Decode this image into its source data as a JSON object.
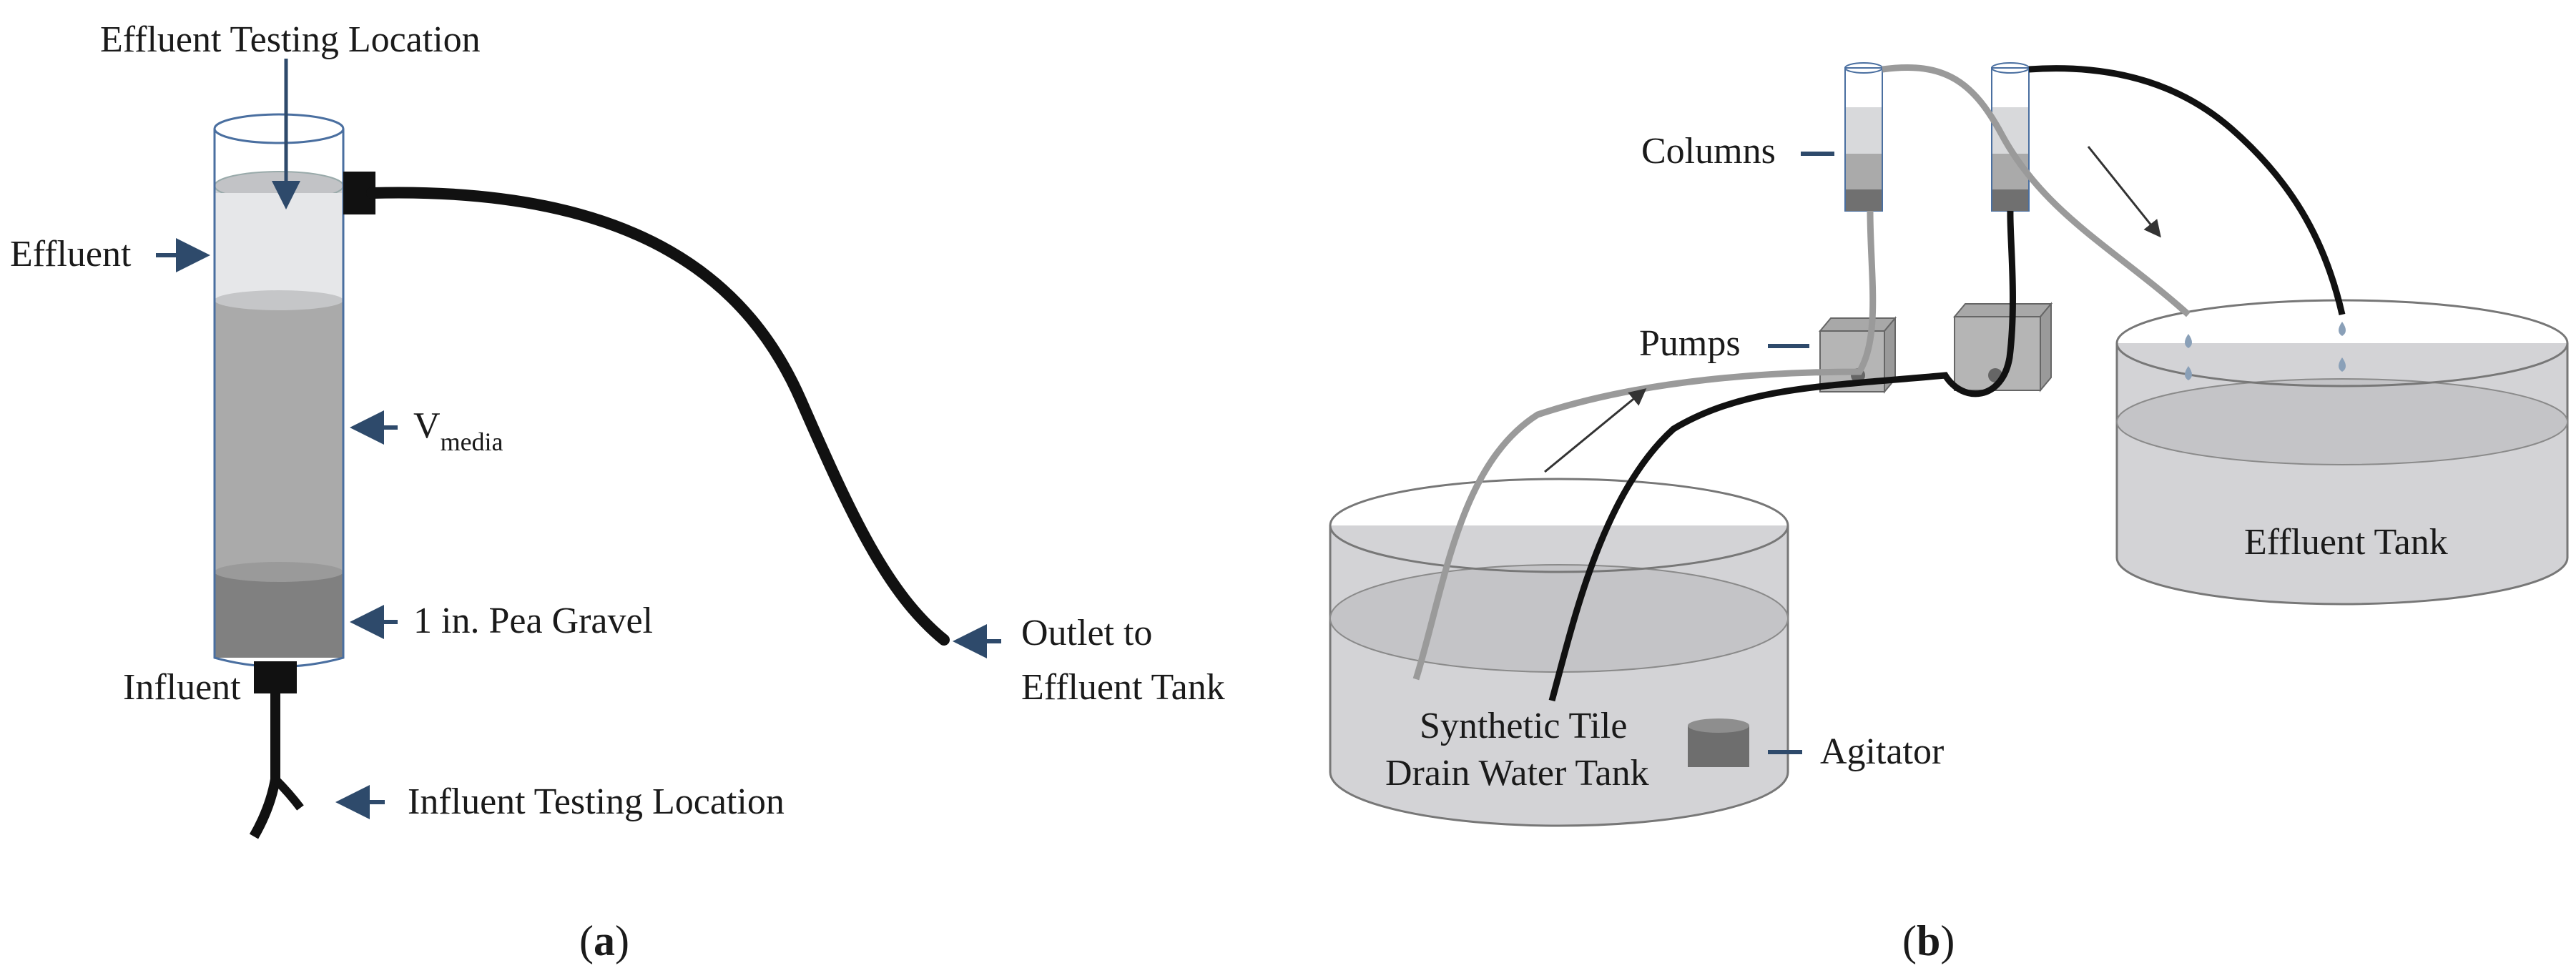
{
  "panel_a": {
    "label_effluent_testing": "Effluent Testing Location",
    "label_effluent": "Effluent",
    "label_vmedia_main": "V",
    "label_vmedia_sub": "media",
    "label_pea_gravel": "1 in. Pea Gravel",
    "label_influent": "Influent",
    "label_outlet_line1": "Outlet to",
    "label_outlet_line2": "Effluent Tank",
    "label_influent_testing": "Influent Testing Location",
    "caption_letter": "a"
  },
  "panel_b": {
    "label_columns": "Columns",
    "label_pumps": "Pumps",
    "label_effluent_tank": "Effluent Tank",
    "label_synthetic_line1": "Synthetic Tile",
    "label_synthetic_line2": "Drain Water Tank",
    "label_agitator": "Agitator",
    "caption_letter": "b"
  },
  "caption_paren_open": "(",
  "caption_paren_close": ")",
  "colors": {
    "label_arrow": "#2e4a6b",
    "tube_dark": "#111111",
    "tube_gray": "#9a9a9a",
    "water": "#c9c9cc",
    "media": "#aaaaaa",
    "gravel": "#808080",
    "effluent_zone": "#e6e7e9"
  }
}
